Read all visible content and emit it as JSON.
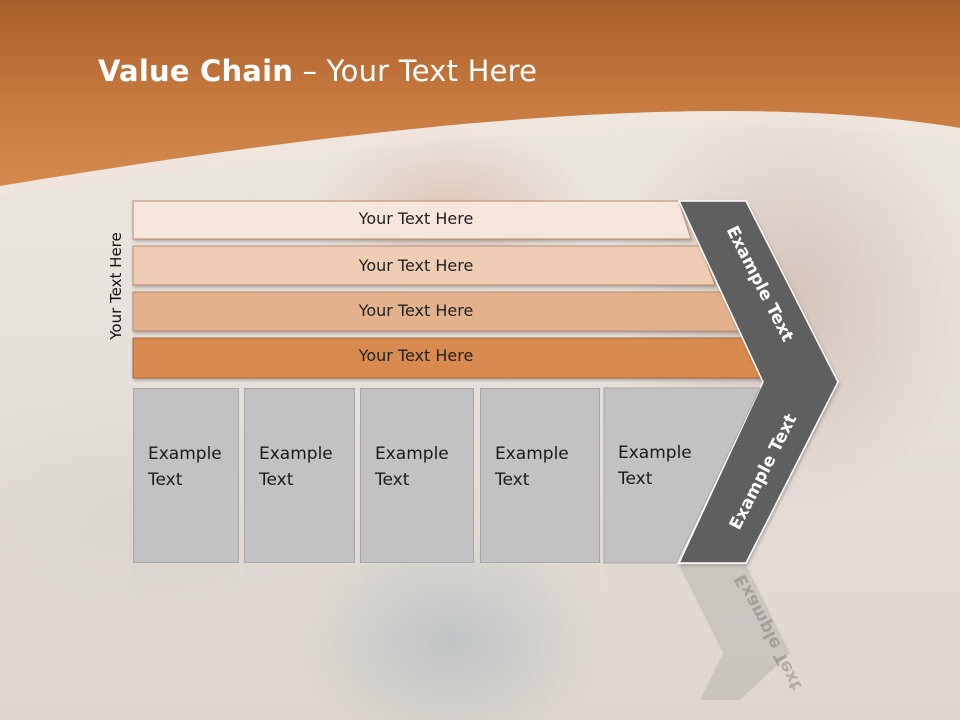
{
  "slide": {
    "title_bold": "Value Chain",
    "title_rest": " – Your Text Here",
    "side_label": "Your Text Here",
    "rows": [
      {
        "label": "Your Text Here",
        "color": "#f7e6dc"
      },
      {
        "label": "Your Text Here",
        "color": "#efcdb4"
      },
      {
        "label": "Your Text Here",
        "color": "#e3b28d"
      },
      {
        "label": "Your Text Here",
        "color": "#d98a50"
      }
    ],
    "boxes": [
      {
        "line1": "Example",
        "line2": "Text"
      },
      {
        "line1": "Example",
        "line2": "Text"
      },
      {
        "line1": "Example",
        "line2": "Text"
      },
      {
        "line1": "Example",
        "line2": "Text"
      },
      {
        "line1": "Example",
        "line2": "Text"
      }
    ],
    "chevron_upper_text": "Example Text",
    "chevron_lower_text": "Example Text",
    "colors": {
      "header": "#c97a3e",
      "chevron": "#5f5f5f",
      "box": "#c2c2c2"
    }
  }
}
